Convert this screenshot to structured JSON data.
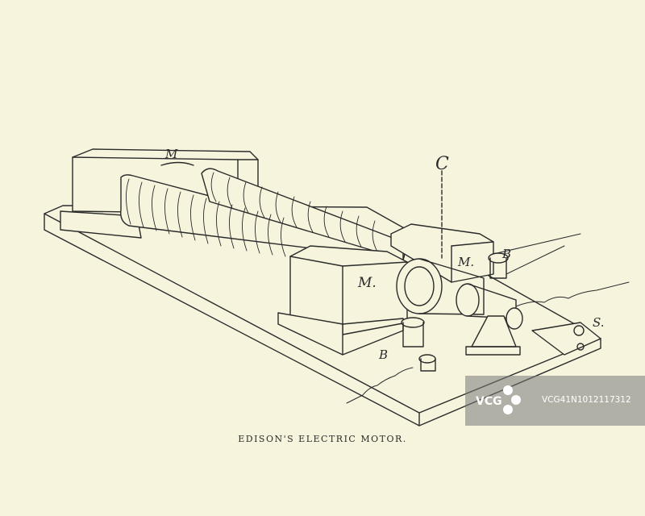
{
  "labels": {
    "magnet_top": "M",
    "magnet_front": "M.",
    "magnet_right": "M.",
    "commutator": "C",
    "brush_top": "B",
    "brush_left": "B",
    "switch": "S."
  },
  "caption": "EDISON'S ELECTRIC MOTOR.",
  "watermark": {
    "logo_text": "VCG",
    "id": "VCG41N1012117312"
  },
  "colors": {
    "paper": "#f7f4de",
    "ink": "#2a2a2a"
  }
}
